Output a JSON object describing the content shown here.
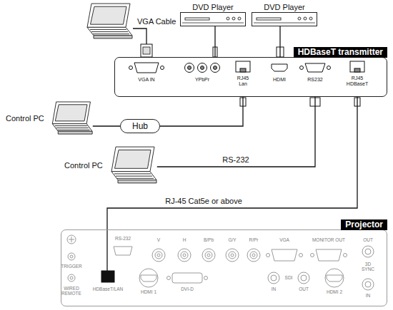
{
  "diagram": {
    "nodes": [
      {
        "text": [
          "DVD Player"
        ]
      },
      {
        "text": [
          "DVD Player"
        ]
      },
      {
        "text": [
          "HDBaseT transmitter"
        ]
      },
      {
        "text": [
          "Control PC"
        ]
      },
      {
        "text": [
          "Hub"
        ]
      },
      {
        "text": [
          "Control PC"
        ]
      },
      {
        "text": [
          "Projector"
        ]
      }
    ],
    "edges": [
      {
        "from": 0,
        "to": 2,
        "arrow": "none"
      },
      {
        "from": 1,
        "to": 2,
        "arrow": "none"
      },
      {
        "from": 3,
        "to": 4,
        "arrow": "none"
      },
      {
        "from": 4,
        "to": 2,
        "arrow": "none"
      },
      {
        "from": 5,
        "to": 2,
        "label": "RS-232",
        "arrow": "none"
      },
      {
        "from": 2,
        "to": 6,
        "label": "RJ-45 Cat5e or above",
        "arrow": "none"
      }
    ],
    "labels": [
      "VGA Cable",
      "VGA IN",
      "YPbPr",
      "RJ45 Lan",
      "HDMI",
      "RS232",
      "RJ45 HDBaseT",
      "RS-232",
      "V",
      "H",
      "B/Pb",
      "G/Y",
      "R/Pr",
      "VGA",
      "MONITOR OUT",
      "OUT",
      "TRIGGER",
      "3D SYNC",
      "WIRED REMOTE",
      "IN",
      "HDBaseT/LAN",
      "HDMI 1",
      "DVI-D",
      "IN",
      "SDI",
      "OUT",
      "HDMI 2"
    ]
  }
}
